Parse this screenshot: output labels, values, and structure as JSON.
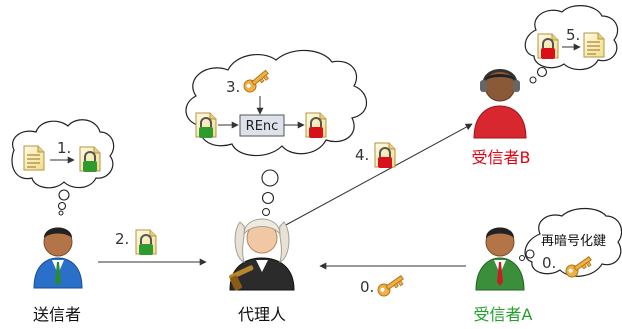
{
  "actors": {
    "sender": {
      "label": "送信者"
    },
    "proxy": {
      "label": "代理人"
    },
    "receiver_b": {
      "label": "受信者B"
    },
    "receiver_a": {
      "label": "受信者A"
    }
  },
  "steps": {
    "s0": "0.",
    "s0_bubble": "0.",
    "s1": "1.",
    "s2": "2.",
    "s3": "3.",
    "s4": "4.",
    "s5": "5."
  },
  "renc_label": "REnc",
  "reencrypt_key_label": "再暗号化鍵",
  "colors": {
    "receiver_b": "#e60012",
    "receiver_a": "#22a12a",
    "lock_green": "#2e9b2e",
    "lock_red": "#d8101a",
    "key": "#e8a33c"
  }
}
